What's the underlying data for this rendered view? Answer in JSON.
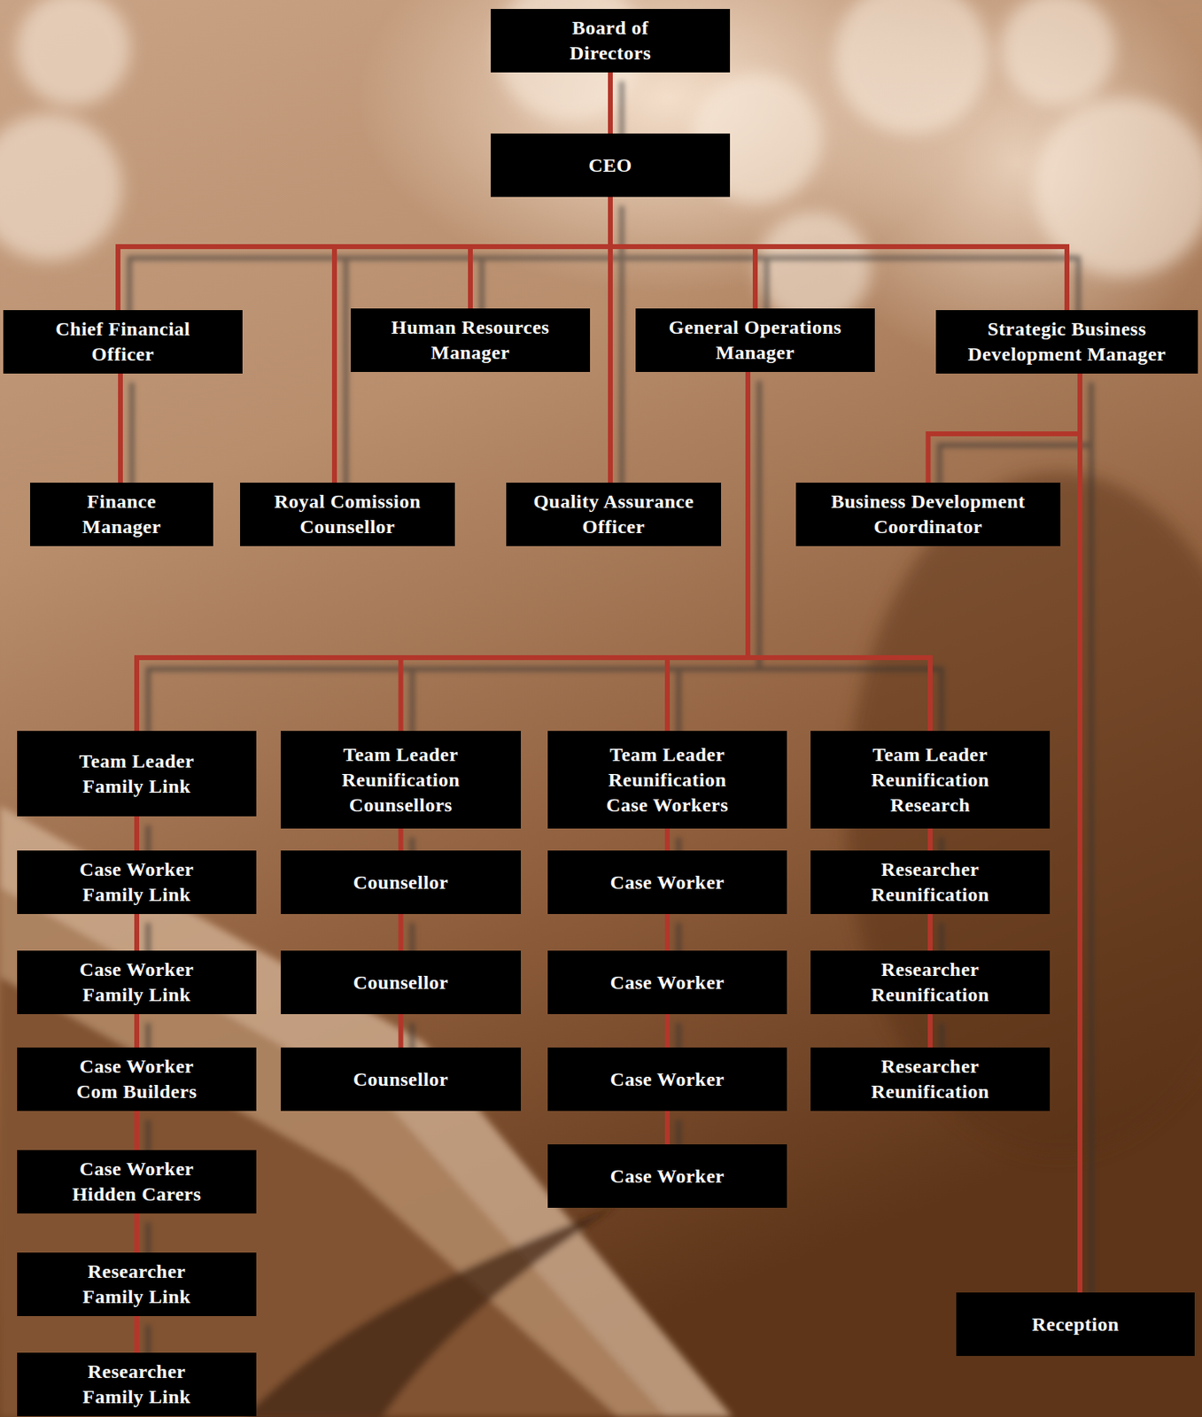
{
  "diagram": {
    "nodes": [
      {
        "text": [
          "Board of Directors"
        ]
      },
      {
        "text": [
          "CEO"
        ]
      },
      {
        "text": [
          "Chief Financial Officer"
        ]
      },
      {
        "text": [
          "Human Resources Manager"
        ]
      },
      {
        "text": [
          "General Operations Manager"
        ]
      },
      {
        "text": [
          "Strategic Business Development Manager"
        ]
      },
      {
        "text": [
          "Finance Manager"
        ]
      },
      {
        "text": [
          "Royal Comission Counsellor"
        ]
      },
      {
        "text": [
          "Quality Assurance Officer"
        ]
      },
      {
        "text": [
          "Business Development Coordinator"
        ]
      },
      {
        "text": [
          "Team Leader Family Link"
        ]
      },
      {
        "text": [
          "Team Leader Reunification Counsellors"
        ]
      },
      {
        "text": [
          "Team Leader Reunification Case Workers"
        ]
      },
      {
        "text": [
          "Team Leader Reunification Research"
        ]
      },
      {
        "text": [
          "Case Worker Family Link"
        ]
      },
      {
        "text": [
          "Counsellor"
        ]
      },
      {
        "text": [
          "Case Worker"
        ]
      },
      {
        "text": [
          "Researcher Reunification"
        ]
      },
      {
        "text": [
          "Case Worker Family Link"
        ]
      },
      {
        "text": [
          "Counsellor"
        ]
      },
      {
        "text": [
          "Case Worker"
        ]
      },
      {
        "text": [
          "Researcher Reunification"
        ]
      },
      {
        "text": [
          "Case Worker Com Builders"
        ]
      },
      {
        "text": [
          "Counsellor"
        ]
      },
      {
        "text": [
          "Case Worker"
        ]
      },
      {
        "text": [
          "Researcher Reunification"
        ]
      },
      {
        "text": [
          "Case Worker Hidden Carers"
        ]
      },
      {
        "text": [
          "Case Worker"
        ]
      },
      {
        "text": [
          "Researcher Family Link"
        ]
      },
      {
        "text": [
          "Reception"
        ]
      },
      {
        "text": [
          "Researcher Family Link"
        ]
      }
    ],
    "edges": [
      {
        "from": 0,
        "to": 1,
        "arrow": "none"
      },
      {
        "from": 1,
        "to": 2,
        "arrow": "none"
      },
      {
        "from": 1,
        "to": 7,
        "arrow": "none"
      },
      {
        "from": 1,
        "to": 3,
        "arrow": "none"
      },
      {
        "from": 1,
        "to": 8,
        "arrow": "none"
      },
      {
        "from": 1,
        "to": 4,
        "arrow": "none"
      },
      {
        "from": 1,
        "to": 5,
        "arrow": "none"
      },
      {
        "from": 2,
        "to": 6,
        "arrow": "none"
      },
      {
        "from": 5,
        "to": 9,
        "arrow": "none"
      },
      {
        "from": 5,
        "to": 29,
        "arrow": "none"
      },
      {
        "from": 4,
        "to": 10,
        "arrow": "none"
      },
      {
        "from": 4,
        "to": 11,
        "arrow": "none"
      },
      {
        "from": 4,
        "to": 12,
        "arrow": "none"
      },
      {
        "from": 4,
        "to": 13,
        "arrow": "none"
      },
      {
        "from": 10,
        "to": 14,
        "arrow": "none"
      },
      {
        "from": 14,
        "to": 18,
        "arrow": "none"
      },
      {
        "from": 18,
        "to": 22,
        "arrow": "none"
      },
      {
        "from": 22,
        "to": 26,
        "arrow": "none"
      },
      {
        "from": 26,
        "to": 28,
        "arrow": "none"
      },
      {
        "from": 28,
        "to": 30,
        "arrow": "none"
      },
      {
        "from": 11,
        "to": 15,
        "arrow": "none"
      },
      {
        "from": 15,
        "to": 19,
        "arrow": "none"
      },
      {
        "from": 19,
        "to": 23,
        "arrow": "none"
      },
      {
        "from": 12,
        "to": 16,
        "arrow": "none"
      },
      {
        "from": 16,
        "to": 20,
        "arrow": "none"
      },
      {
        "from": 20,
        "to": 24,
        "arrow": "none"
      },
      {
        "from": 24,
        "to": 27,
        "arrow": "none"
      },
      {
        "from": 13,
        "to": 17,
        "arrow": "none"
      },
      {
        "from": 17,
        "to": 21,
        "arrow": "none"
      },
      {
        "from": 21,
        "to": 25,
        "arrow": "none"
      }
    ]
  }
}
